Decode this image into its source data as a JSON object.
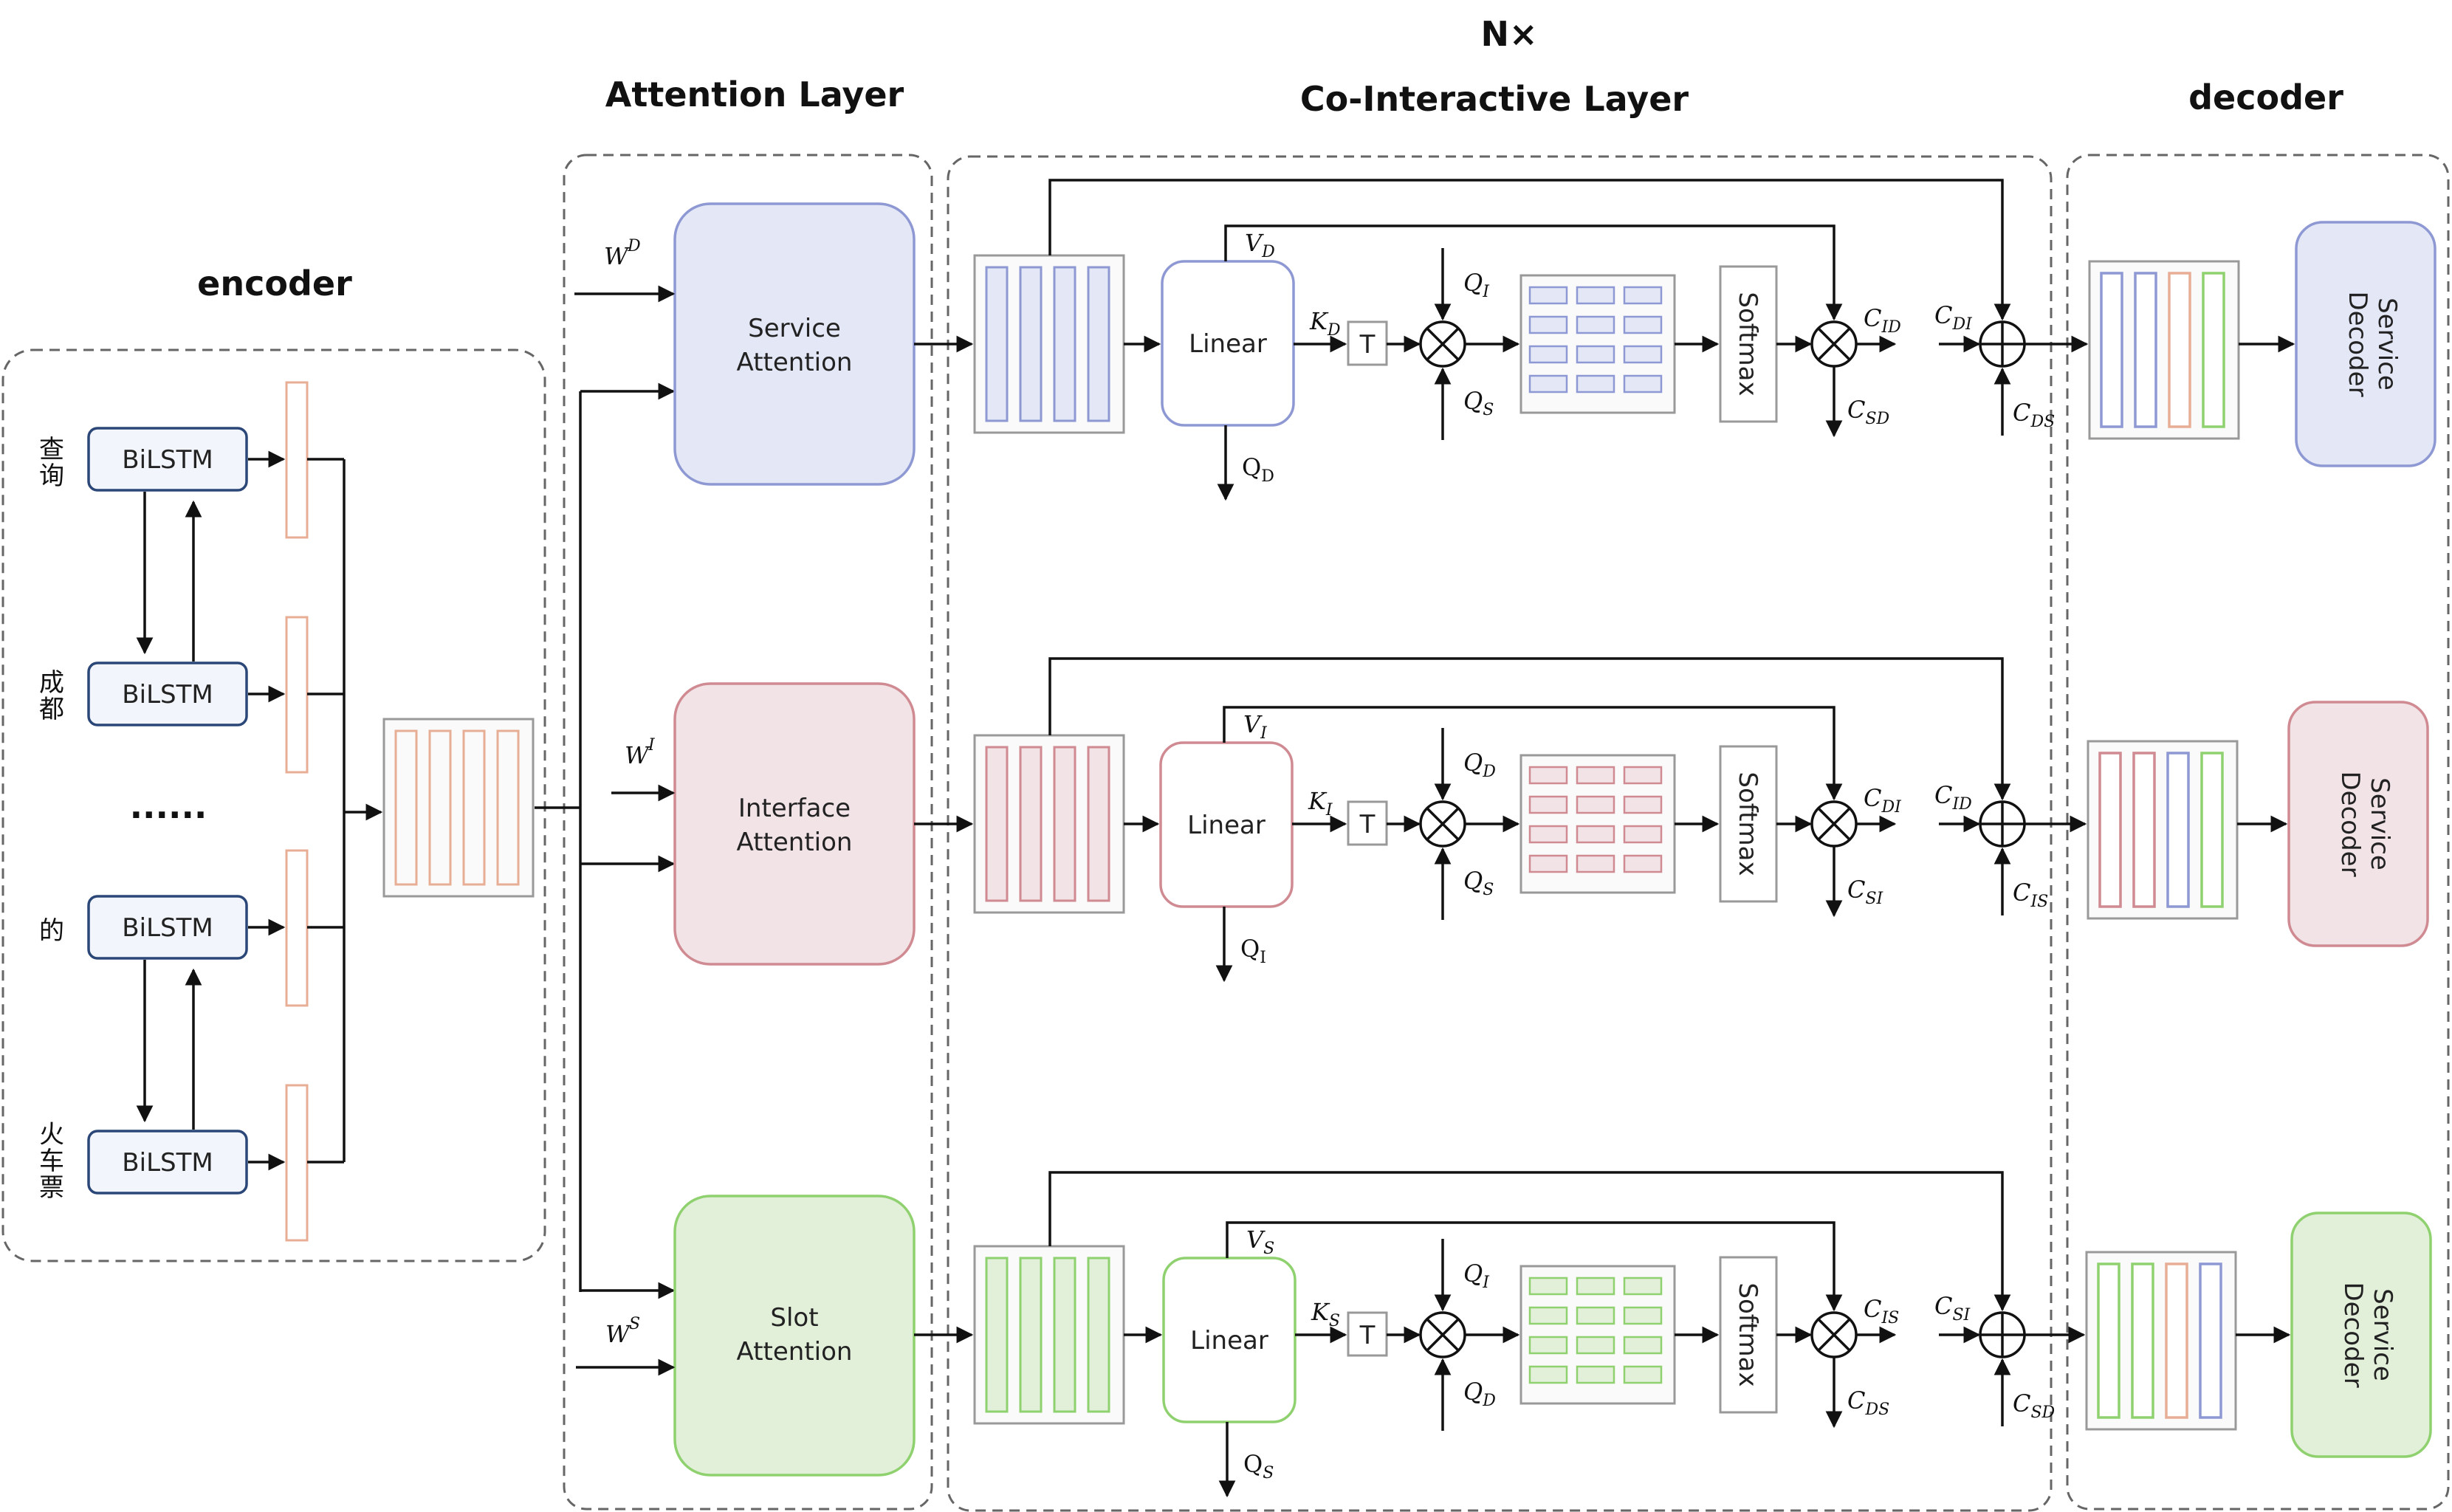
{
  "titles": {
    "encoder": "encoder",
    "attention_layer": "Attention Layer",
    "repeat": "N×",
    "co_interactive": "Co-Interactive Layer",
    "decoder": "decoder"
  },
  "encoder": {
    "bilstm_label": "BiLSTM",
    "ellipsis": "......",
    "tokens": [
      {
        "chars": [
          "查",
          "询"
        ]
      },
      {
        "chars": [
          "成",
          "都"
        ]
      },
      {
        "chars": [
          "的"
        ]
      },
      {
        "chars": [
          "火",
          "车",
          "票"
        ]
      }
    ]
  },
  "attention": {
    "service": {
      "line1": "Service",
      "line2": "Attention"
    },
    "interface": {
      "line1": "Interface",
      "line2": "Attention"
    },
    "slot": {
      "line1": "Slot",
      "line2": "Attention"
    },
    "weights": [
      {
        "base": "W",
        "sup": "D"
      },
      {
        "base": "W",
        "sup": "I"
      },
      {
        "base": "W",
        "sup": "S"
      }
    ]
  },
  "co_interactive": {
    "linear_label": "Linear",
    "transpose_label": "T",
    "softmax_label": "Softmax",
    "rows": [
      {
        "v": "D",
        "k": "D",
        "q_out": "Q",
        "q_out_sub": "D",
        "q_top": "I",
        "q_bottom": "S",
        "c_right": "ID",
        "c_down": "SD",
        "c_sum_left": "DI",
        "c_sum_bottom": "DS"
      },
      {
        "v": "I",
        "k": "I",
        "q_out": "Q",
        "q_out_sub": "I",
        "q_top": "D",
        "q_bottom": "S",
        "c_right": "DI",
        "c_down": "SI",
        "c_sum_left": "ID",
        "c_sum_bottom": "IS"
      },
      {
        "v": "S",
        "k": "S",
        "q_out": "Q",
        "q_out_sub": "S",
        "q_top": "I",
        "q_bottom": "D",
        "c_right": "IS",
        "c_down": "DS",
        "c_sum_left": "SI",
        "c_sum_bottom": "SD"
      }
    ]
  },
  "decoder": {
    "line1": "Service",
    "line2": "Decoder"
  },
  "colors": {
    "blue_fill": "#e3e7f6",
    "blue_stroke": "#8e98d3",
    "red_fill": "#f1e3e6",
    "red_stroke": "#cf8a92",
    "green_fill": "#e2f0da",
    "green_stroke": "#8fd16f",
    "orange_stroke": "#e8ad95",
    "bilstm_stroke": "#2b4778",
    "bilstm_fill": "#f2f5fb",
    "dashed": "#666666"
  }
}
